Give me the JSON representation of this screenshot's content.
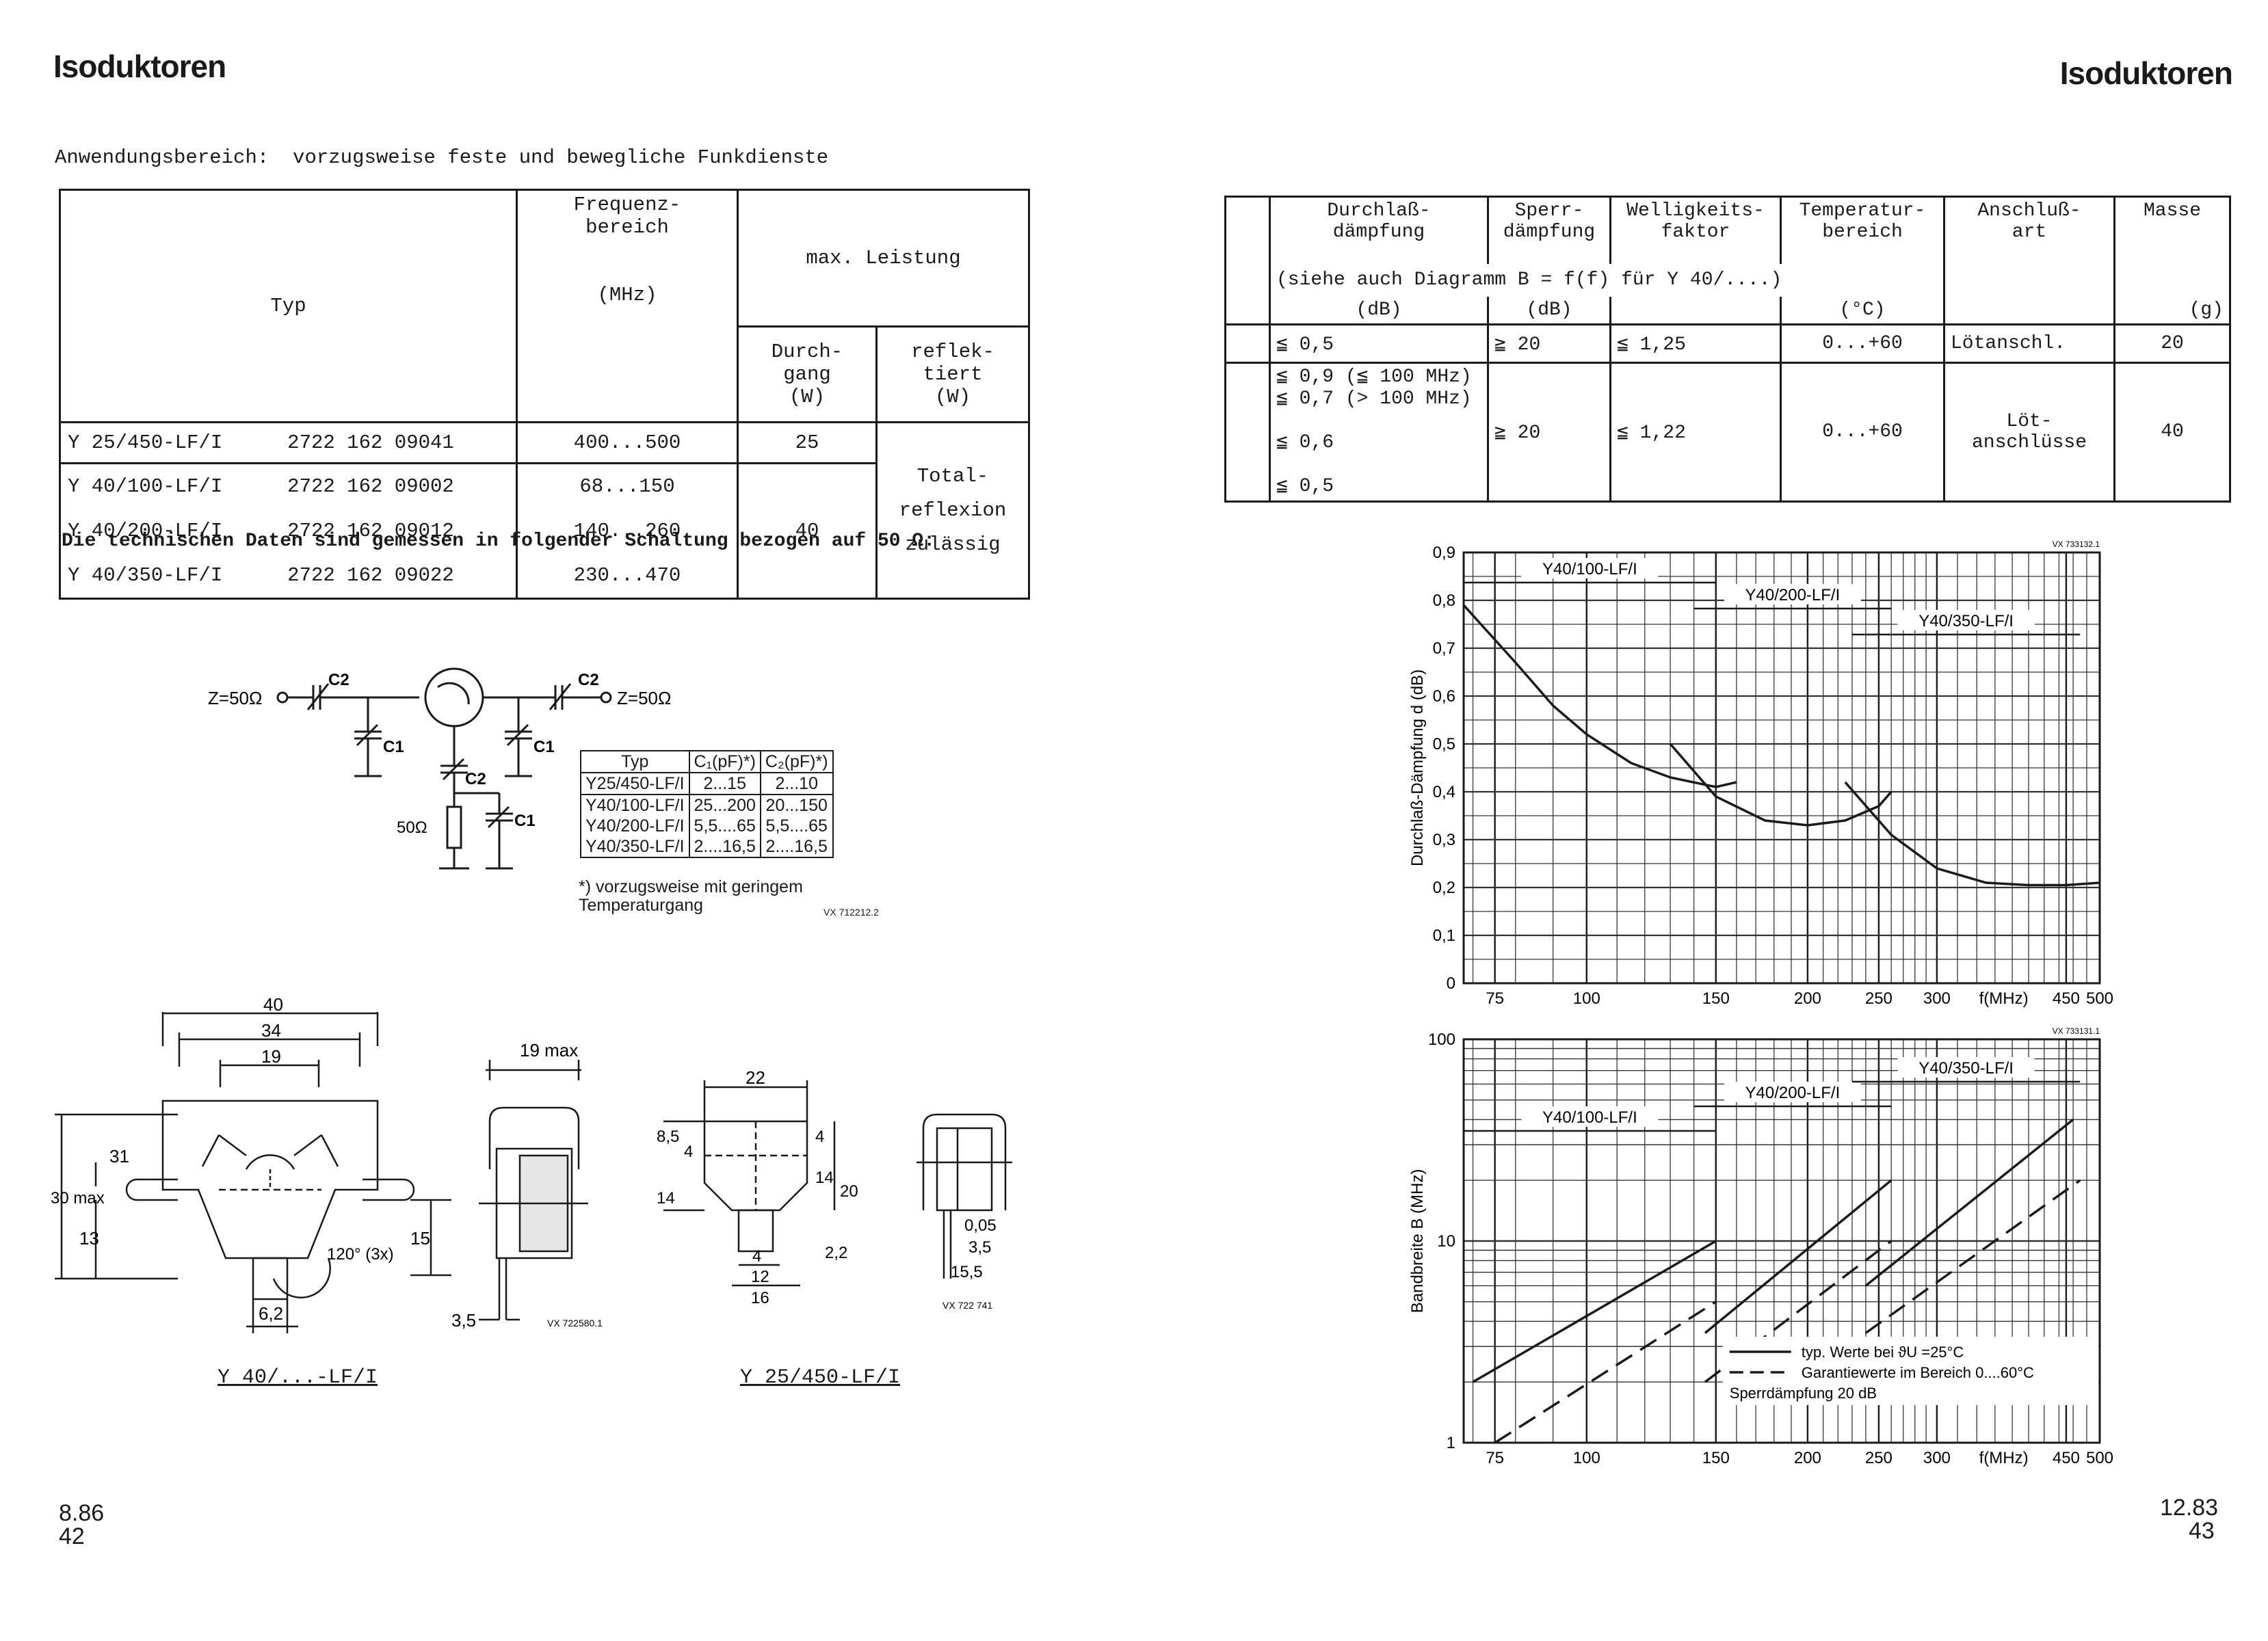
{
  "header": {
    "left_title": "Isoduktoren",
    "right_title": "Isoduktoren"
  },
  "application": {
    "text": "Anwendungsbereich:  vorzugsweise feste und bewegliche Funkdienste"
  },
  "left_table": {
    "col_type": "Typ",
    "col_freq": "Frequenz-\nbereich",
    "col_freq_unit": "(MHz)",
    "col_power": "max. Leistung",
    "col_through": "Durch-\ngang",
    "col_through_unit": "(W)",
    "col_reflected": "reflek-\ntiert",
    "col_reflected_unit": "(W)",
    "rows": [
      {
        "type": "Y 25/450-LF/I",
        "code": "2722 162 09041",
        "freq": "400...500",
        "power": "25"
      },
      {
        "type": "Y 40/100-LF/I",
        "code": "2722 162 09002",
        "freq": "68...150",
        "power": ""
      },
      {
        "type": "Y 40/200-LF/I",
        "code": "2722 162 09012",
        "freq": "140...260",
        "power": "40"
      },
      {
        "type": "Y 40/350-LF/I",
        "code": "2722 162 09022",
        "freq": "230...470",
        "power": ""
      }
    ],
    "reflected_note": "Total-\nreflexion\nzulässig"
  },
  "measure_note": "Die technischen Daten sind gemessen in folgender Schaltung bezogen auf 50 Ω:",
  "circuit": {
    "z_left": "Z=50Ω",
    "z_right": "Z=50Ω",
    "c1": "C1",
    "c2": "C2",
    "r": "50Ω",
    "table": {
      "headers": [
        "Typ",
        "C₁(pF)*)",
        "C₂(pF)*)"
      ],
      "rows": [
        [
          "Y25/450-LF/I",
          "2...15",
          "2...10"
        ],
        [
          "Y40/100-LF/I",
          "25...200",
          "20...150"
        ],
        [
          "Y40/200-LF/I",
          "5,5....65",
          "5,5....65"
        ],
        [
          "Y40/350-LF/I",
          "2....16,5",
          "2....16,5"
        ]
      ],
      "footnote": "*) vorzugsweise mit geringem\nTemperaturgang",
      "code": "VX 712212.2"
    }
  },
  "drawings": {
    "dims_a": {
      "d40": "40",
      "d34": "34",
      "d19": "19",
      "d31": "31",
      "d30": "30\nmax",
      "d13": "13",
      "d15": "15",
      "d6_2": "6,2",
      "angle": "120° (3x)"
    },
    "dims_b": {
      "d19max": "19\nmax",
      "d3_5": "3,5",
      "code": "VX 722580.1"
    },
    "dims_c": {
      "d22": "22",
      "d8_5": "8,5",
      "d4a": "4",
      "d4b": "4",
      "d14a": "14",
      "d14b": "14",
      "d20": "20",
      "d4c": "4",
      "d12": "12",
      "d16": "16",
      "d2_2": "2,2"
    },
    "dims_d": {
      "d0_05": "0,05",
      "d3_5": "3,5",
      "d15_5": "15,5",
      "code": "VX 722 741"
    },
    "caption_a": "Y 40/...-LF/I",
    "caption_b": "Y 25/450-LF/I"
  },
  "right_table": {
    "headers": [
      "Durchlaß-\ndämpfung",
      "Sperr-\ndämpfung",
      "Welligkeits-\nfaktor",
      "Temperatur-\nbereich",
      "Anschluß-\nart",
      "Masse"
    ],
    "note": "(siehe auch Diagramm B = f(f) für Y 40/....)",
    "units": [
      "(dB)",
      "(dB)",
      "",
      "(°C)",
      "",
      "(g)"
    ],
    "row1": [
      "≦ 0,5",
      "≧ 20",
      "≦ 1,25",
      "0...+60",
      "Lötanschl.",
      "20"
    ],
    "row2_att": "≦ 0,9 (≦ 100 MHz)\n≦ 0,7 (> 100 MHz)",
    "row2_att2": "≦ 0,6",
    "row2_att3": "≦ 0,5",
    "row2": [
      "≧ 20",
      "≦ 1,22",
      "0...+60",
      "Löt-\nanschlüsse",
      "40"
    ]
  },
  "chart_data": [
    {
      "type": "line",
      "code": "VX 733132.1",
      "ylabel": "Durchlaß-Dämpfung  d (dB)",
      "xlabel": "f(MHz)",
      "xscale": "log",
      "xlim": [
        68,
        500
      ],
      "ylim": [
        0,
        0.9
      ],
      "xticks": [
        "75",
        "100",
        "150",
        "200",
        "250",
        "300",
        "450",
        "500"
      ],
      "yticks": [
        "0",
        "0,1",
        "0,2",
        "0,3",
        "0,4",
        "0,5",
        "0,6",
        "0,7",
        "0,8",
        "0,9"
      ],
      "series": [
        {
          "name": "Y40/100-LF/I",
          "range": [
            68,
            150
          ],
          "x": [
            68,
            80,
            90,
            100,
            115,
            130,
            150,
            160
          ],
          "y": [
            0.79,
            0.67,
            0.58,
            0.52,
            0.46,
            0.43,
            0.41,
            0.42
          ]
        },
        {
          "name": "Y40/200-LF/I",
          "range": [
            140,
            260
          ],
          "x": [
            130,
            150,
            175,
            200,
            225,
            250,
            260
          ],
          "y": [
            0.5,
            0.39,
            0.34,
            0.33,
            0.34,
            0.37,
            0.4
          ]
        },
        {
          "name": "Y40/350-LF/I",
          "range": [
            230,
            470
          ],
          "x": [
            225,
            260,
            300,
            350,
            400,
            450,
            500
          ],
          "y": [
            0.42,
            0.31,
            0.24,
            0.21,
            0.205,
            0.205,
            0.21
          ]
        }
      ]
    },
    {
      "type": "line",
      "code": "VX 733131.1",
      "ylabel": "Bandbreite B (MHz)",
      "xlabel": "f(MHz)",
      "xscale": "log",
      "yscale": "log",
      "xlim": [
        68,
        500
      ],
      "ylim": [
        1,
        100
      ],
      "xticks": [
        "75",
        "100",
        "150",
        "200",
        "250",
        "300",
        "450",
        "500"
      ],
      "yticks": [
        "1",
        "10",
        "100"
      ],
      "legend": {
        "solid": "typ. Werte bei ϑU =25°C",
        "dashed": "Garantiewerte im Bereich  0....60°C",
        "extra": "Sperrdämpfung   20 dB"
      },
      "series": [
        {
          "name": "Y40/100-LF/I",
          "style": "solid",
          "x": [
            70,
            150
          ],
          "y": [
            2.0,
            10
          ]
        },
        {
          "name": "Y40/100-LF/I",
          "style": "dashed",
          "x": [
            75,
            150
          ],
          "y": [
            1.0,
            5.0
          ]
        },
        {
          "name": "Y40/200-LF/I",
          "style": "solid",
          "x": [
            145,
            260
          ],
          "y": [
            3.5,
            20
          ]
        },
        {
          "name": "Y40/200-LF/I",
          "style": "dashed",
          "x": [
            145,
            260
          ],
          "y": [
            2.0,
            10
          ]
        },
        {
          "name": "Y40/350-LF/I",
          "style": "solid",
          "x": [
            240,
            460
          ],
          "y": [
            6.0,
            40
          ]
        },
        {
          "name": "Y40/350-LF/I",
          "style": "dashed",
          "x": [
            240,
            470
          ],
          "y": [
            3.5,
            20
          ]
        }
      ]
    }
  ],
  "footer": {
    "left_date": "8.86",
    "left_page": "42",
    "right_date": "12.83",
    "right_page": "43"
  }
}
